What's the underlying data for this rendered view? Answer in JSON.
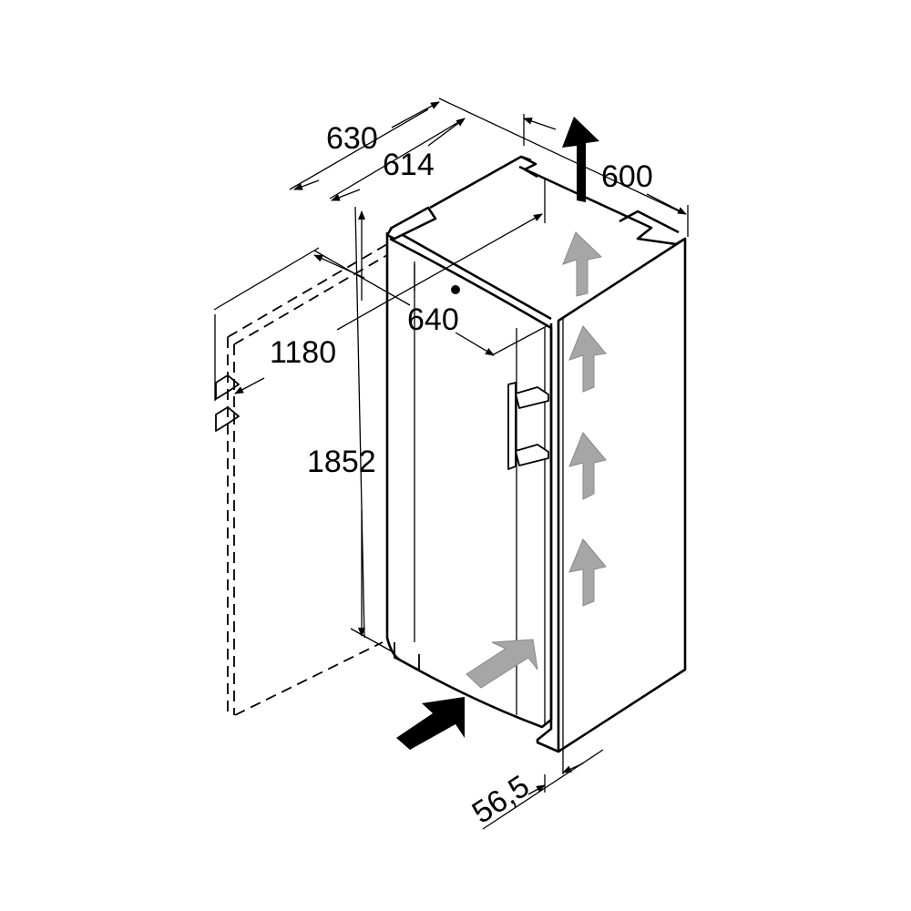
{
  "diagram": {
    "dimensions": {
      "depth_overall": "630",
      "depth_body": "614",
      "width": "600",
      "door_swing_depth": "640",
      "door_open_width": "1180",
      "height": "1852",
      "door_offset": "56,5"
    },
    "colors": {
      "line": "#000000",
      "airflow_arrow": "#a6a6a6",
      "intake_arrow": "#000000"
    }
  }
}
